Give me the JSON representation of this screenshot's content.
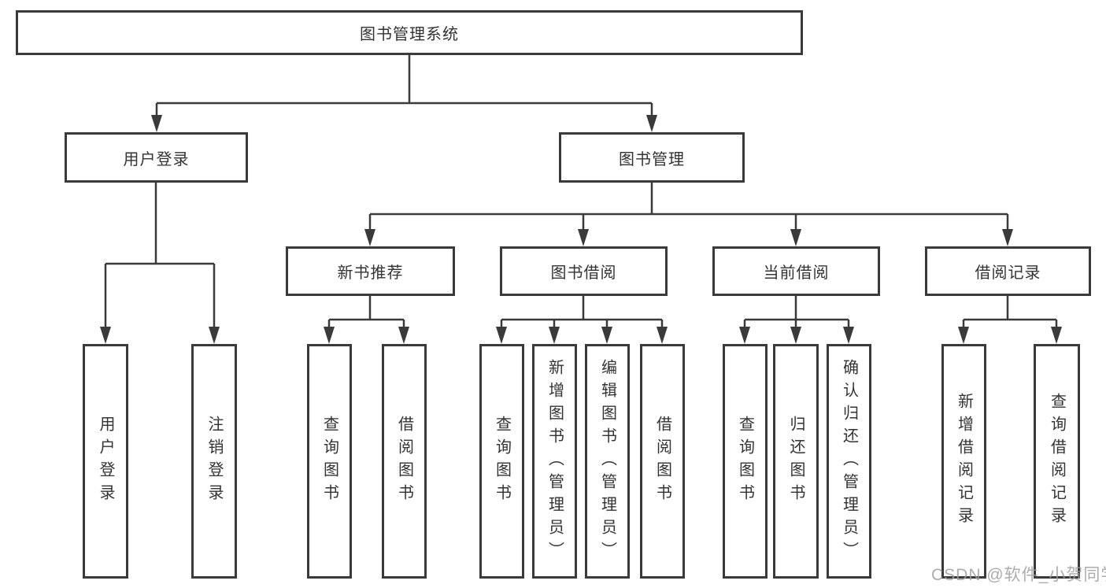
{
  "diagram": {
    "root": {
      "label": "图书管理系统"
    },
    "level2": {
      "user_login": {
        "label": "用户登录"
      },
      "book_mgmt": {
        "label": "图书管理"
      }
    },
    "level3": {
      "new_book_rec": {
        "label": "新书推荐"
      },
      "book_borrow": {
        "label": "图书借阅"
      },
      "current_borrow": {
        "label": "当前借阅"
      },
      "borrow_records": {
        "label": "借阅记录"
      }
    },
    "leaves": {
      "user_login_leaf": {
        "label": "用户登录"
      },
      "logout": {
        "label": "注销登录"
      },
      "query_books_rec": {
        "label": "查询图书"
      },
      "borrow_books_rec": {
        "label": "借阅图书"
      },
      "query_books_borrow": {
        "label": "查询图书"
      },
      "add_books": {
        "label": "新增图书（管理员）"
      },
      "edit_books": {
        "label": "编辑图书（管理员）"
      },
      "borrow_books_borrow": {
        "label": "借阅图书"
      },
      "query_books_current": {
        "label": "查询图书"
      },
      "return_books": {
        "label": "归还图书"
      },
      "confirm_return": {
        "label": "确认归还（管理员）"
      },
      "add_borrow_record": {
        "label": "新增借阅记录"
      },
      "query_borrow_record": {
        "label": "查询借阅记录"
      }
    },
    "colors": {
      "line": "#3a3a3a",
      "text": "#333333",
      "background": "#ffffff",
      "watermark": "#9e9e9e"
    },
    "watermark": "CSDN @软件_小贺同学"
  }
}
